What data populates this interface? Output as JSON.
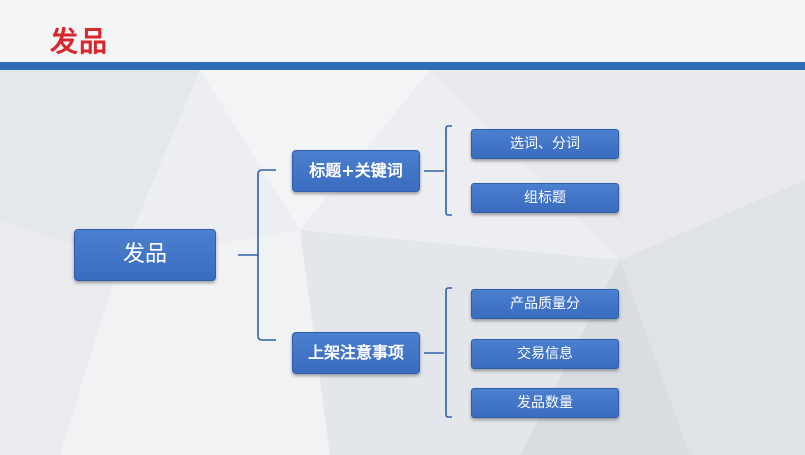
{
  "header": {
    "title": "发品"
  },
  "diagram": {
    "root": "发品",
    "branches": [
      {
        "label": "标题+关键词",
        "children": [
          "选词、分词",
          "组标题"
        ]
      },
      {
        "label": "上架注意事项",
        "children": [
          "产品质量分",
          "交易信息",
          "发品数量"
        ]
      }
    ]
  }
}
